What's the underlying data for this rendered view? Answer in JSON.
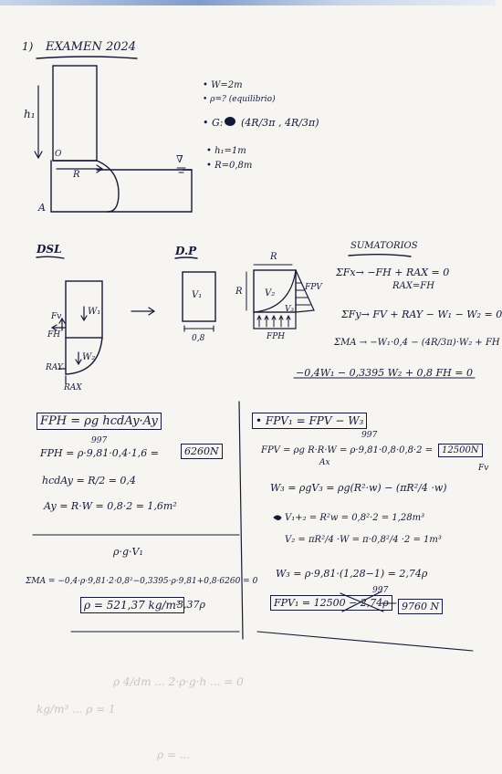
{
  "header": {
    "number": "1)",
    "title": "EXAMEN 2024"
  },
  "givens": {
    "w": "• W=2m",
    "rho": "• ρ=? (equilibrio)",
    "cg_label": "• G:",
    "cg_formula": "(4R/3π , 4R/3π)",
    "h1": "• h₁=1m",
    "r": "• R=0,8m"
  },
  "figure_main": {
    "h1": "h₁",
    "o": "O",
    "r": "R",
    "a": "A",
    "free_surface": "∇"
  },
  "sections": {
    "dsl": "DSL",
    "dp": "D.P",
    "sumatorios": "SUMATORIOS"
  },
  "dsl_labels": {
    "fv": "Fv",
    "fh": "FH",
    "w1": "W₁",
    "w2": "W₂",
    "ray": "RAY",
    "rax": "RAX"
  },
  "dp_labels": {
    "v1": "V₁",
    "dim": "0,8"
  },
  "pressure_labels": {
    "r_top": "R",
    "r_side": "R",
    "v2": "V₂",
    "v3": "V₃",
    "fpv": "FPV",
    "fph": "FPH"
  },
  "sums": {
    "fx": "ΣFx→ −FH + RAX = 0",
    "fx_result": "RAX=FH",
    "fy": "ΣFy→ FV + RAY − W₁ − W₂ = 0",
    "ma": "ΣMA → −W₁·0,4 − (4R/3π)·W₂ + FH",
    "ma_result": "−0,4W₁ − 0,3395 W₂ + 0,8 FH = 0"
  },
  "fph_block": {
    "formula": "FPH = ρg hcdAy·Ay",
    "calc": "FPH = ρ·9,81·0,4·1,6 =",
    "result": "6260N",
    "rho_note": "997",
    "hcd": "hcdAy = R/2 = 0,4",
    "ay": "Ay = R·W = 0,8·2 = 1,6m²"
  },
  "fpv_block": {
    "formula": "• FPV₁ = FPV − W₃",
    "calc": "FPV = ρg R·R·W = ρ·9,81·0,8·0,8·2 =",
    "result": "12500N",
    "rho_note": "997",
    "ax": "Ax",
    "fv_side": "Fv",
    "w3": "W₃ = ρgV₃ = ρg(R²·w) − (πR²/4 ·w)",
    "v1v2": "V₁+₂ = R²w = 0,8²·2 = 1,28m³",
    "v2": "V₂ = πR²/4 ·W = π·0,8²/4 ·2 = 1m³",
    "w3_calc": "W₃ = ρ·9,81·(1,28−1) = 2,74ρ",
    "fpv1": "FPV₁ = 12500 − 2,74ρ",
    "fpv1_result": "9760 N",
    "rho_note2": "997"
  },
  "moment_block": {
    "over": "ρ·g·V₁",
    "eq": "ΣMA = −0,4·ρ·9,81·2·0,8²−0,3395·ρ·9,81+0,8·6260 = 0",
    "rho_result": "ρ = 521,37 kg/m³",
    "side": "3,37ρ"
  },
  "ghost_text": [
    "ρ 4/dm ... 2·ρ·g·h ... = 0",
    "kg/m³  ...  ρ = 1",
    "ρ = ..."
  ]
}
